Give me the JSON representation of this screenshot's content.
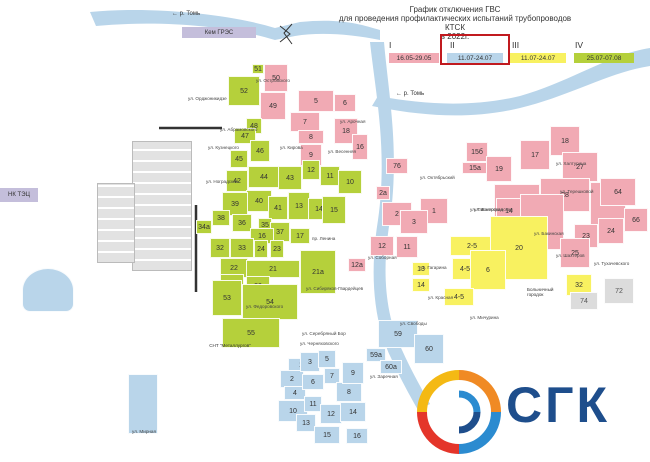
{
  "title": {
    "line1": "График отключения ГВС",
    "line2": "для проведения профилактических испытаний трубопроводов КТСК",
    "line3": "в 2022г."
  },
  "legend": [
    {
      "group": "I гр.",
      "dates": "16.05-29.05",
      "color": "#f1aab4"
    },
    {
      "group": "II гр.",
      "dates": "11.07-24.07",
      "color": "#b9d5ea",
      "highlighted": true
    },
    {
      "group": "III гр.",
      "dates": "11.07-24.07",
      "color": "#f8f160"
    },
    {
      "group": "IV гр.",
      "dates": "25.07-07.08",
      "color": "#b5d03b"
    }
  ],
  "labels": {
    "river_top": "← р. Томь",
    "river_mid": "← р. Томь",
    "kem_gres": "Кем ГРЭС",
    "nk_tets": "НК ТЭЦ",
    "snt": "СНТ \"Металлургов\"",
    "bolnichny": "Больничный городок"
  },
  "brand": {
    "name": "СГК"
  },
  "districts": [
    {
      "n": "51",
      "g": 4
    },
    {
      "n": "50",
      "g": 1
    },
    {
      "n": "52",
      "g": 4
    },
    {
      "n": "49",
      "g": 1
    },
    {
      "n": "5",
      "g": 1
    },
    {
      "n": "6",
      "g": 1
    },
    {
      "n": "48",
      "g": 4
    },
    {
      "n": "7",
      "g": 1
    },
    {
      "n": "47",
      "g": 4
    },
    {
      "n": "8",
      "g": 1
    },
    {
      "n": "46",
      "g": 4
    },
    {
      "n": "9",
      "g": 1
    },
    {
      "n": "18",
      "g": 1
    },
    {
      "n": "16",
      "g": 1
    },
    {
      "n": "45",
      "g": 4
    },
    {
      "n": "44",
      "g": 4
    },
    {
      "n": "42",
      "g": 4
    },
    {
      "n": "43",
      "g": 4
    },
    {
      "n": "12",
      "g": 4
    },
    {
      "n": "11",
      "g": 4
    },
    {
      "n": "10",
      "g": 4
    },
    {
      "n": "40",
      "g": 4
    },
    {
      "n": "39",
      "g": 4
    },
    {
      "n": "38",
      "g": 4
    },
    {
      "n": "41",
      "g": 4
    },
    {
      "n": "13",
      "g": 4
    },
    {
      "n": "14",
      "g": 4
    },
    {
      "n": "15",
      "g": 4
    },
    {
      "n": "36",
      "g": 4
    },
    {
      "n": "35",
      "g": 4
    },
    {
      "n": "37",
      "g": 4
    },
    {
      "n": "34a",
      "g": 4
    },
    {
      "n": "16",
      "g": 4
    },
    {
      "n": "17",
      "g": 4
    },
    {
      "n": "32",
      "g": 4
    },
    {
      "n": "33",
      "g": 4
    },
    {
      "n": "24",
      "g": 4
    },
    {
      "n": "23",
      "g": 4
    },
    {
      "n": "22",
      "g": 4
    },
    {
      "n": "21",
      "g": 4
    },
    {
      "n": "31",
      "g": 4
    },
    {
      "n": "30",
      "g": 4
    },
    {
      "n": "21a",
      "g": 4
    },
    {
      "n": "54",
      "g": 4
    },
    {
      "n": "53",
      "g": 4
    },
    {
      "n": "55",
      "g": 4
    },
    {
      "n": "18",
      "g": 1
    },
    {
      "n": "15б",
      "g": 1
    },
    {
      "n": "17",
      "g": 1
    },
    {
      "n": "15a",
      "g": 1
    },
    {
      "n": "19",
      "g": 1
    },
    {
      "n": "27",
      "g": 1
    },
    {
      "n": "76",
      "g": 1
    },
    {
      "n": "15",
      "g": 1
    },
    {
      "n": "26",
      "g": 1
    },
    {
      "n": "23",
      "g": 1
    },
    {
      "n": "64",
      "g": 1
    },
    {
      "n": "2a",
      "g": 1
    },
    {
      "n": "2",
      "g": 1
    },
    {
      "n": "1",
      "g": 1
    },
    {
      "n": "14",
      "g": 1
    },
    {
      "n": "28",
      "g": 1
    },
    {
      "n": "66",
      "g": 1
    },
    {
      "n": "3",
      "g": 1
    },
    {
      "n": "21",
      "g": 1
    },
    {
      "n": "24",
      "g": 1
    },
    {
      "n": "12a",
      "g": 1
    },
    {
      "n": "12",
      "g": 1
    },
    {
      "n": "11",
      "g": 1
    },
    {
      "n": "25",
      "g": 1
    },
    {
      "n": "2-5",
      "g": 3
    },
    {
      "n": "20",
      "g": 3
    },
    {
      "n": "4-5",
      "g": 3
    },
    {
      "n": "6",
      "g": 3
    },
    {
      "n": "13",
      "g": 3
    },
    {
      "n": "14",
      "g": 3
    },
    {
      "n": "4-5",
      "g": 3
    },
    {
      "n": "32",
      "g": 3
    },
    {
      "n": "59",
      "g": 2
    },
    {
      "n": "60",
      "g": 2
    },
    {
      "n": "59a",
      "g": 2
    },
    {
      "n": "60a",
      "g": 2
    },
    {
      "n": "1",
      "g": 2
    },
    {
      "n": "2",
      "g": 2
    },
    {
      "n": "3",
      "g": 2
    },
    {
      "n": "4",
      "g": 2
    },
    {
      "n": "5",
      "g": 2
    },
    {
      "n": "6",
      "g": 2
    },
    {
      "n": "7",
      "g": 2
    },
    {
      "n": "8",
      "g": 2
    },
    {
      "n": "9",
      "g": 2
    },
    {
      "n": "10",
      "g": 2
    },
    {
      "n": "11",
      "g": 2
    },
    {
      "n": "12",
      "g": 2
    },
    {
      "n": "13",
      "g": 2
    },
    {
      "n": "14",
      "g": 2
    },
    {
      "n": "15",
      "g": 2
    },
    {
      "n": "16",
      "g": 2
    },
    {
      "n": "74",
      "g": 0
    },
    {
      "n": "72",
      "g": 0
    }
  ],
  "streets": [
    "ул. Орджоникидзе",
    "ул. Островского",
    "ул. Абрамовского",
    "ул. Кузнецкого",
    "ул. Ноградская",
    "ул. Арочная",
    "ул. Кирова",
    "ул. Весенняя",
    "пр. Ленина",
    "ул. Соборная",
    "ул. Сибиряков-Гвардейцев",
    "ул. Федоровского",
    "ул. Октябрьский",
    "ул. Волгоградская",
    "ул. Гагарина",
    "ул. Бакинская",
    "ул. Красная",
    "ул. Свободы",
    "ул. Мичурина",
    "ул. Шахтеров",
    "ул. Тухачевского",
    "ул. Пионерская",
    "ул. Терешковой",
    "ул. Халтурина",
    "ул. Серебряный Бор",
    "ул. Черняховского",
    "ул. Заречная",
    "ул. Мирная"
  ]
}
